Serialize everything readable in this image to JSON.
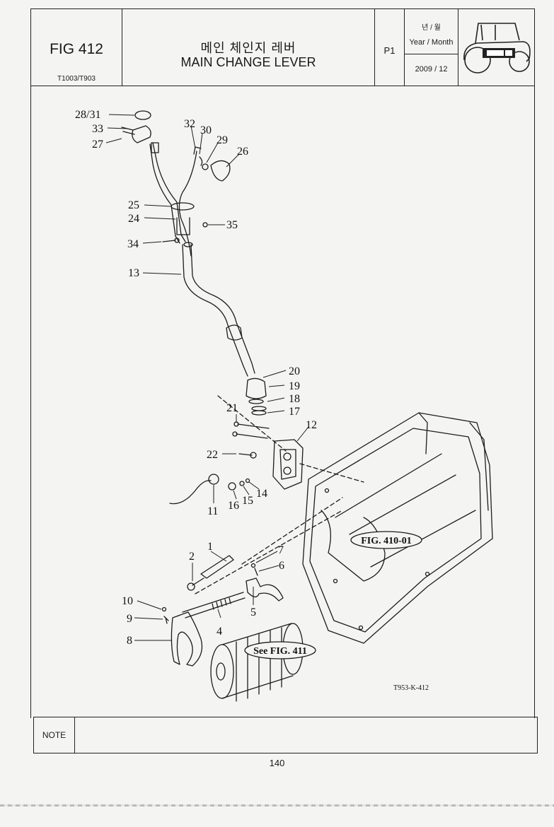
{
  "header": {
    "fig_number": "FIG 412",
    "model": "T1003/T903",
    "title_korean": "메인 체인지 레버",
    "title_english": "MAIN CHANGE LEVER",
    "page_code": "P1",
    "year_month_korean": "년 / 월",
    "year_month_label": "Year / Month",
    "date": "2009 / 12"
  },
  "diagram": {
    "callouts": [
      "28/31",
      "33",
      "27",
      "32",
      "30",
      "29",
      "26",
      "25",
      "24",
      "35",
      "34",
      "13",
      "20",
      "19",
      "18",
      "17",
      "21",
      "12",
      "22",
      "11",
      "16",
      "15",
      "14",
      "1",
      "2",
      "7",
      "6",
      "10",
      "9",
      "5",
      "4",
      "8"
    ],
    "references": [
      "FIG. 410-01",
      "See FIG. 411"
    ],
    "drawing_code": "T953-K-412"
  },
  "note": {
    "label": "NOTE"
  },
  "footer": {
    "page_number": "140"
  }
}
